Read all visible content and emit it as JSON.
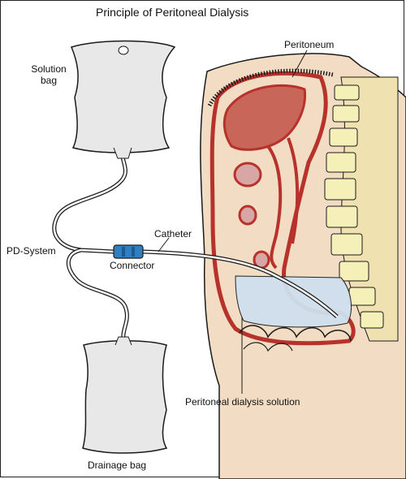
{
  "title": "Principle of Peritoneal Dialysis",
  "labels": {
    "solution_bag": [
      "Solution",
      "bag"
    ],
    "drainage_bag": "Drainage bag",
    "pd_system": "PD-System",
    "connector": "Connector",
    "catheter": "Catheter",
    "peritoneum": "Peritoneum",
    "dialysis_solution": "Peritoneal dialysis solution"
  },
  "colors": {
    "skin": "#f2ddc4",
    "organ_red": "#b8322c",
    "organ_fill": "#c9665a",
    "spine_yellow": "#f5efb8",
    "fluid_blue": "#cfe0ee",
    "connector_blue": "#2f7fc2",
    "bag_gray": "#e8e8e8",
    "line": "#1a1a1a"
  }
}
